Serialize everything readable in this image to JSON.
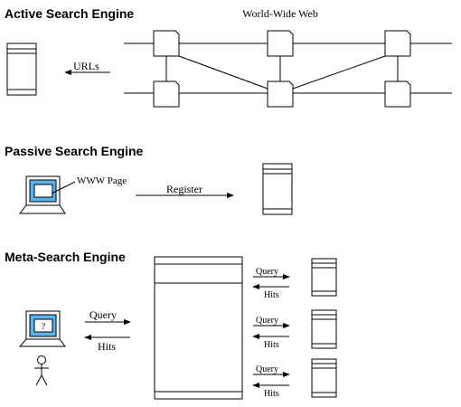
{
  "sections": {
    "active": {
      "heading": "Active Search Engine",
      "web_label": "World-Wide Web",
      "urls_label": "URLs"
    },
    "passive": {
      "heading": "Passive Search Engine",
      "page_label": "WWW Page",
      "register_label": "Register"
    },
    "meta": {
      "heading": "Meta-Search Engine",
      "query_label": "Query",
      "hits_label": "Hits",
      "screen_mark": "?",
      "engine_links": [
        {
          "query": "Query",
          "hits": "Hits"
        },
        {
          "query": "Query",
          "hits": "Hits"
        },
        {
          "query": "Query",
          "hits": "Hits"
        }
      ]
    }
  },
  "colors": {
    "line": "#000000",
    "screen_fill": "#5ab4f0",
    "screen_inner": "#ffffff"
  }
}
